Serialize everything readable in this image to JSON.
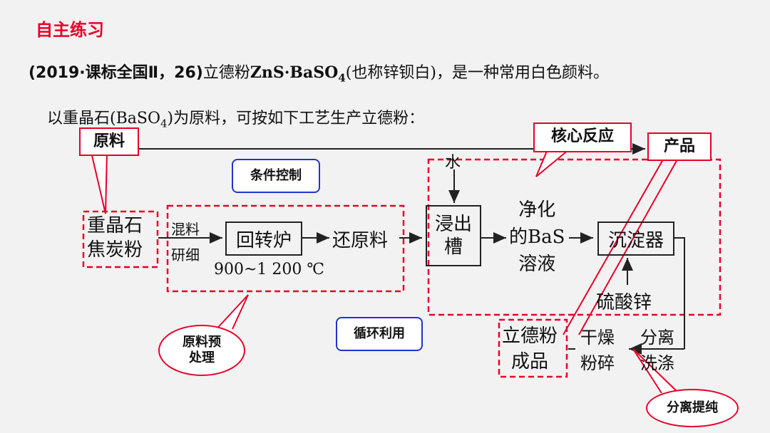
{
  "title": "自主练习",
  "problem": {
    "prefix": "(2019·课标全国Ⅱ，26)",
    "text_a": "立德粉",
    "formula": "ZnS·BaSO",
    "sub4": "4",
    "text_b": "(也称锌钡白)，是一种常用白色颜料。",
    "line2_a": "以重晶石(BaSO",
    "line2_sub": "4",
    "line2_b": ")为原料，可按如下工艺生产立德粉："
  },
  "tags": {
    "raw": "原料",
    "core": "核心反应",
    "product": "产品"
  },
  "blue_labels": {
    "condition": "条件控制",
    "recycle": "循环利用"
  },
  "ellipses": {
    "pretreat_1": "原料预",
    "pretreat_2": "处理",
    "separate": "分离提纯"
  },
  "flow": {
    "raw_1": "重晶石",
    "raw_2": "焦炭粉",
    "mix_1": "混料",
    "mix_2": "研细",
    "furnace": "回转炉",
    "temp": "900~1 200 ℃",
    "reduced": "还原料",
    "water": "水",
    "leach_1": "浸出",
    "leach_2": "槽",
    "bas_1": "净化",
    "bas_2": "的BaS",
    "bas_3": "溶液",
    "precip": "沉淀器",
    "znso4": "硫酸锌",
    "sep_1": "分离",
    "sep_2": "洗涤",
    "dry_1": "干燥",
    "dry_2": "粉碎",
    "prod_1": "立德粉",
    "prod_2": "成品"
  }
}
